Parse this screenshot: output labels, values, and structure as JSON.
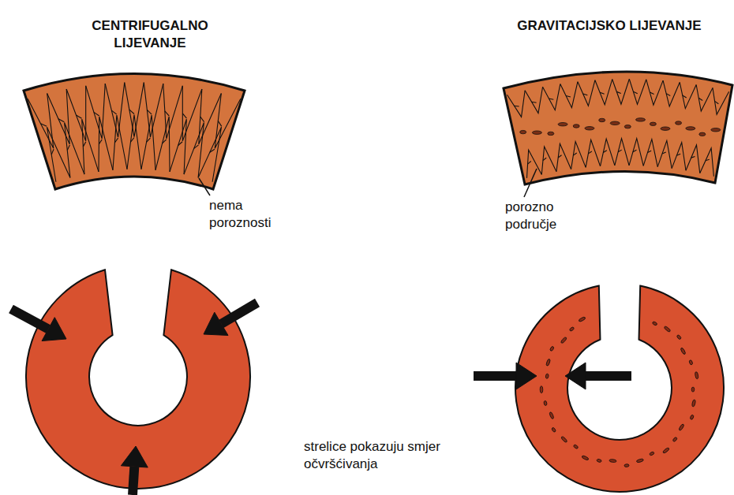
{
  "diagram": {
    "labels": [
      "CENTRIFUGALNO LIJEVANJE",
      "GRAVITACIJSKO LIJEVANJE",
      "nema poroznosti",
      "porozno područje",
      "strelice pokazuju smjer očvršćivanja"
    ]
  }
}
